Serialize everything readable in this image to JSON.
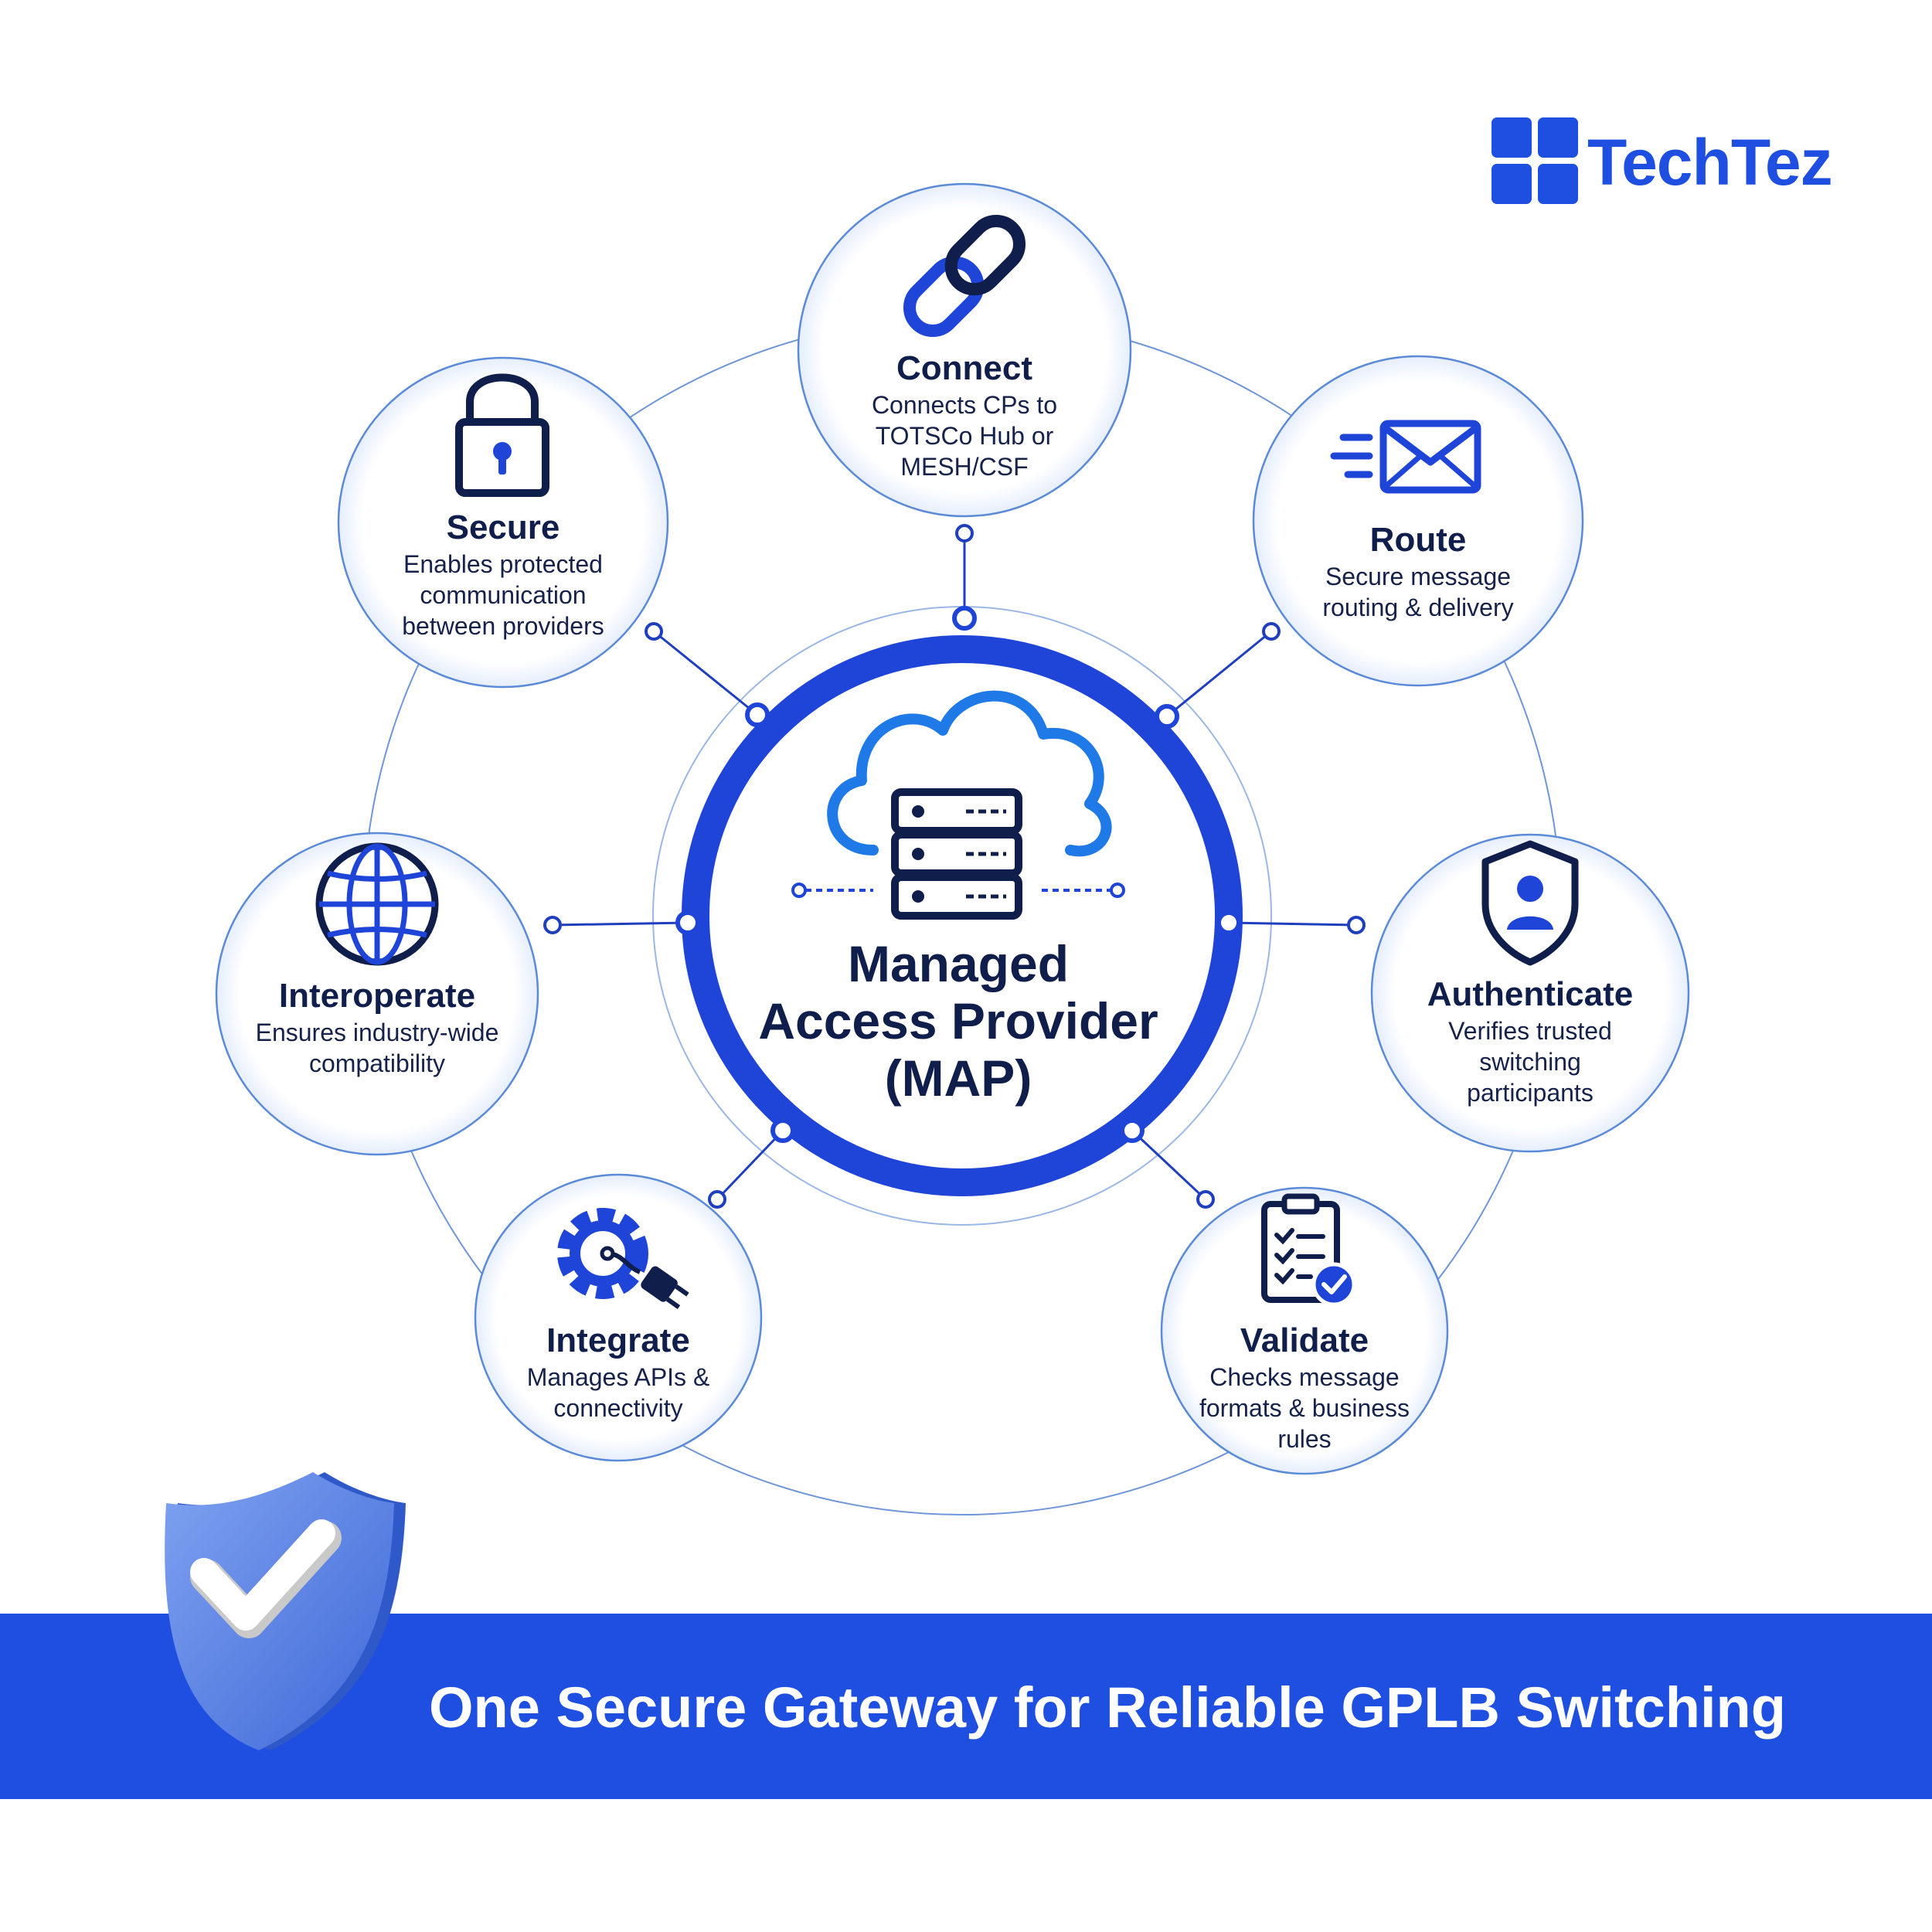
{
  "brand": {
    "name": "TechTez",
    "color": "#1f4fe0"
  },
  "center": {
    "title_line1": "Managed",
    "title_line2": "Access Provider",
    "title_line3": "(MAP)",
    "icon": "cloud-server-icon"
  },
  "nodes": {
    "connect": {
      "title": "Connect",
      "desc1": "Connects CPs to",
      "desc2": "TOTSCo Hub or",
      "desc3": "MESH/CSF",
      "icon": "link-icon"
    },
    "route": {
      "title": "Route",
      "desc1": "Secure message",
      "desc2": "routing & delivery",
      "icon": "envelope-icon"
    },
    "authenticate": {
      "title": "Authenticate",
      "desc1": "Verifies trusted",
      "desc2": "switching",
      "desc3": "participants",
      "icon": "user-shield-icon"
    },
    "validate": {
      "title": "Validate",
      "desc1": "Checks message",
      "desc2": "formats & business",
      "desc3": "rules",
      "icon": "clipboard-check-icon"
    },
    "integrate": {
      "title": "Integrate",
      "desc1": "Manages APIs &",
      "desc2": "connectivity",
      "icon": "gear-plug-icon"
    },
    "interoperate": {
      "title": "Interoperate",
      "desc1": "Ensures industry-wide",
      "desc2": "compatibility",
      "icon": "globe-icon"
    },
    "secure": {
      "title": "Secure",
      "desc1": "Enables protected",
      "desc2": "communication",
      "desc3": "between providers",
      "icon": "padlock-icon"
    }
  },
  "banner": {
    "tagline": "One Secure Gateway for Reliable GPLB Switching",
    "color": "#1e4fe0",
    "icon": "shield-check-icon"
  },
  "colors": {
    "ring": "#1f44d8",
    "outline": "#5b8ad8",
    "text": "#0f1e4a"
  }
}
